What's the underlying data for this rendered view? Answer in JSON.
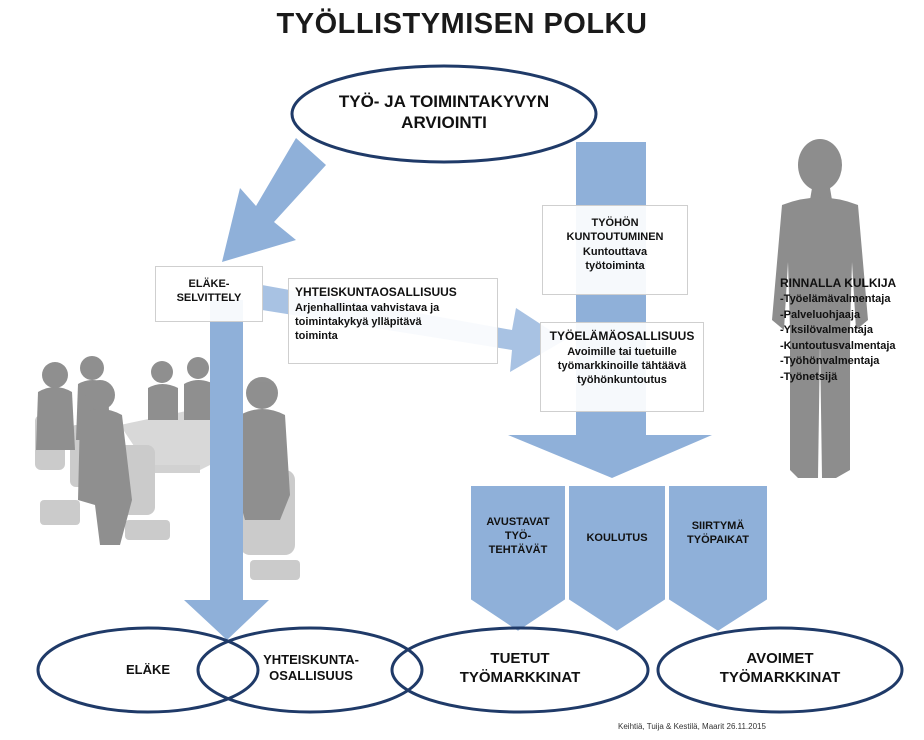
{
  "title": "TYÖLLISTYMISEN POLKU",
  "top_node": {
    "line1": "TYÖ- JA TOIMINTAKYVYN",
    "line2": "ARVIOINTI"
  },
  "elake_selvittely": {
    "line1": "ELÄKE-",
    "line2": "SELVITTELY"
  },
  "yhteiskunta": {
    "heading": "YHTEISKUNTAOSALLISUUS",
    "text1": "Arjenhallintaa vahvistava ja",
    "text2": "toimintakykyä ylläpitävä",
    "text3": "toiminta"
  },
  "kuntoutuminen": {
    "line1": "TYÖHÖN",
    "line2": "KUNTOUTUMINEN",
    "line3": "Kuntouttava",
    "line4": "työtoiminta"
  },
  "tyoelama": {
    "heading": "TYÖELÄMÄOSALLISUUS",
    "text1": "Avoimille tai tuetuille",
    "text2": "työmarkkinoille tähtäävä",
    "text3": "työhönkuntoutus"
  },
  "chevrons": [
    {
      "line1": "AVUSTAVAT",
      "line2": "TYÖ-",
      "line3": "TEHTÄVÄT"
    },
    {
      "line1": "KOULUTUS",
      "line2": "",
      "line3": ""
    },
    {
      "line1": "SIIRTYMÄ",
      "line2": "TYÖPAIKAT",
      "line3": ""
    }
  ],
  "bottom": [
    {
      "line1": "ELÄKE",
      "line2": ""
    },
    {
      "line1": "YHTEISKUNTA-",
      "line2": "OSALLISUUS"
    },
    {
      "line1": "TUETUT",
      "line2": "TYÖMARKKINAT"
    },
    {
      "line1": "AVOIMET",
      "line2": "TYÖMARKKINAT"
    }
  ],
  "rinnalla": {
    "heading": "RINNALLA KULKIJA",
    "items": [
      "-Työelämävalmentaja",
      "-Palveluohjaaja",
      "-Yksilövalmentaja",
      "-Kuntoutusvalmentaja",
      "-Työhönvalmentaja",
      "-Työnetsijä"
    ]
  },
  "credit": "Keihtiä, Tuija & Kestilä, Maarit 26.11.2015",
  "colors": {
    "arrow": "#8fb0d9",
    "arrow_light": "#b9cfe9",
    "ellipse_stroke": "#1f3a68",
    "silhouette": "#8d8d8d",
    "chair": "#c7c7c7"
  }
}
